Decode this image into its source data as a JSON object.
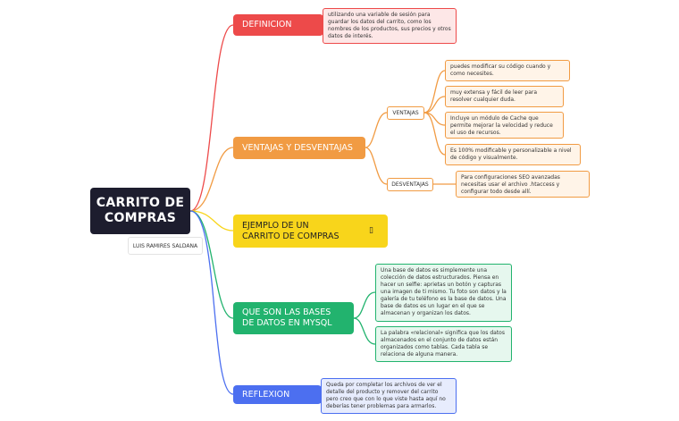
{
  "central": {
    "title": "CARRITO DE COMPRAS",
    "author": "LUIS RAMIRES SALDANA"
  },
  "topics": {
    "definicion": {
      "label": "DEFINICION",
      "note": "utilizando una variable de sesión para guardar los datos del carrito, como los nombres de los productos, sus precios y otros datos de interés."
    },
    "ventajas_desventajas": {
      "label": "VENTAJAS Y DESVENTAJAS",
      "ventajas_label": "VENTAJAS",
      "ventajas": [
        "puedes modificar su código cuando y como necesites.",
        "muy extensa y fácil de leer para resolver cualquier duda.",
        "Incluye un módulo de Cache que permite mejorar la velocidad y reduce el uso de recursos.",
        "Es 100% modificable y personalizable a nivel de código y visualmente."
      ],
      "desventajas_label": "DESVENTAJAS",
      "desventajas": [
        "Para configuraciones SEO avanzadas necesitas usar el archivo .htaccess y configurar todo desde allí."
      ]
    },
    "ejemplo": {
      "label": "EJEMPLO DE UN CARRITO DE COMPRAS",
      "icon": "note-icon"
    },
    "bases_datos": {
      "label": "QUE SON LAS BASES DE DATOS EN MYSQL",
      "notes": [
        "Una base de datos es simplemente una colección de datos estructurados. Piensa en hacer un selfie: aprietas un botón y capturas una imagen de ti mismo. Tu foto son datos y la galería de tu teléfono es la base de datos. Una base de datos es un lugar en el que se almacenan y organizan los datos.",
        "La palabra «relacional» significa que los datos almacenados en el conjunto de datos están organizados como tablas. Cada tabla se relaciona de alguna manera."
      ]
    },
    "reflexion": {
      "label": "REFLEXION",
      "note": "Queda por completar los archivos de ver el detalle del producto y remover del carrito pero creo que con lo que viste hasta aquí no deberías tener problemas para armarlos."
    }
  },
  "colors": {
    "red": "#ed4a4a",
    "orange": "#f19b43",
    "yellow": "#f8d51b",
    "green": "#22b36e",
    "blue": "#4c6ff0",
    "central": "#1d1d2e"
  }
}
